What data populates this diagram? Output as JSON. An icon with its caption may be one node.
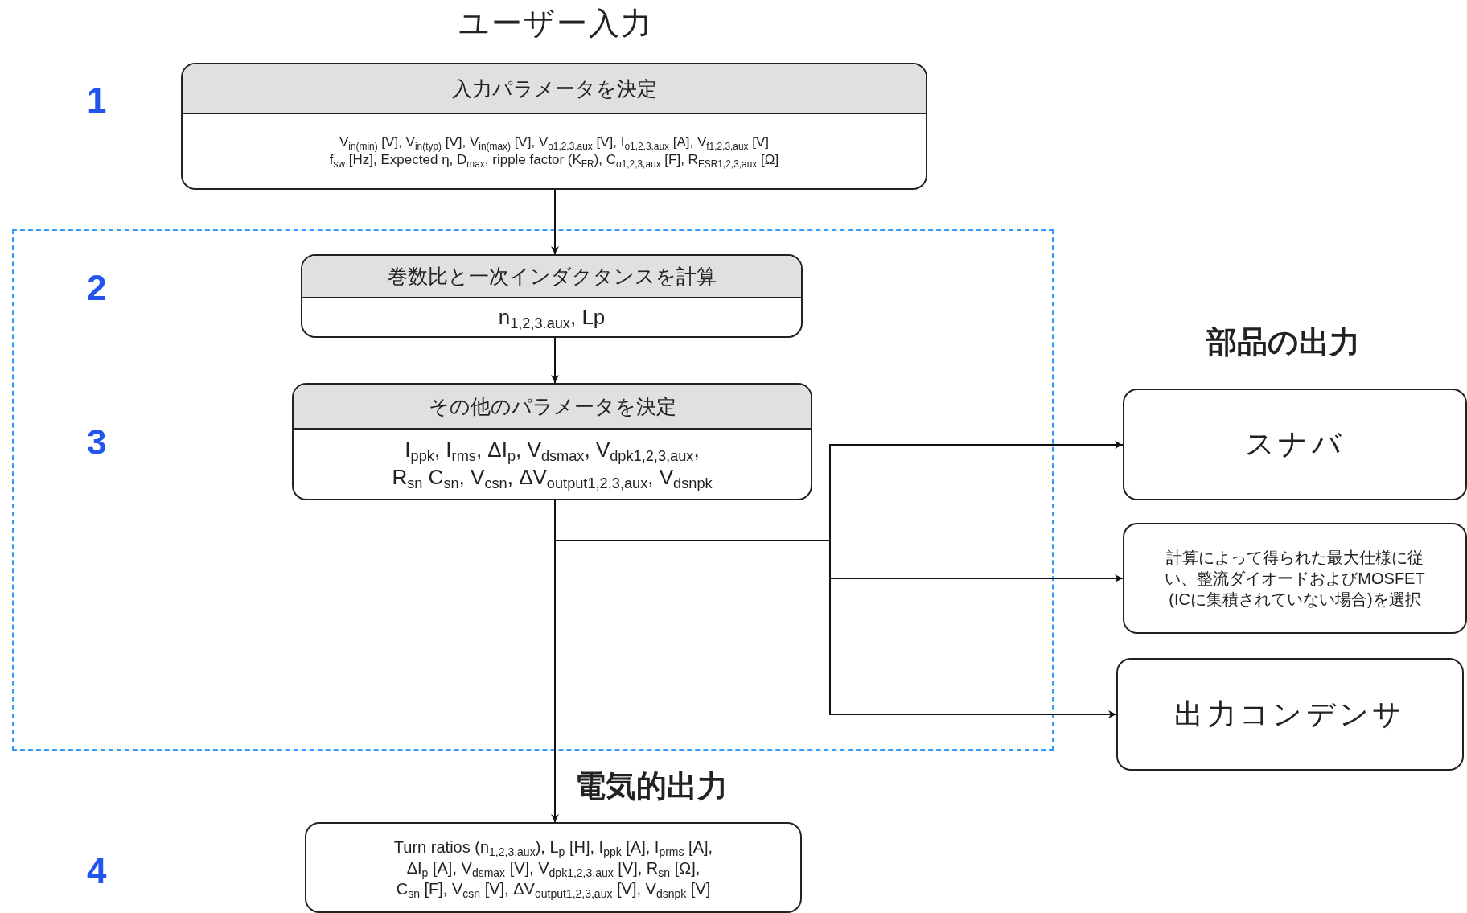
{
  "diagram": {
    "title": "ユーザー入力",
    "nodes": [
      {
        "text": [
          "入力パラメータを決定",
          "V$_{in(min)}$ [V], V$_{in(typ)}$ [V], V$_{in(max)}$ [V], V$_{o1,2,3,aux}$ [V], I$_{o1,2,3,aux}$ [A], V$_{f1,2,3,aux}$ [V] f$_{sw}$ [Hz], Expected η, D$_{max}$, ripple factor (K$_{FR}$), C$_{o1,2,3,aux}$ [F], R$_{ESR1,2,3,aux}$ [Ω]"
        ]
      },
      {
        "text": [],
        "shape": "box"
      },
      {
        "text": [
          "巻数比と一次インダクタンスを計算",
          "n$_{1,2,3.aux}$, Lp"
        ],
        "in": 1
      },
      {
        "text": [
          "その他のパラメータを決定",
          "I$_{ppk}$, I$_{rms}$, ΔI$_{p}$, V$_{dsmax}$, V$_{dpk1,2,3,aux}$, R$_{sn}$ C$_{sn}$, V$_{csn}$, ΔV$_{output1,2,3,aux}$, V$_{dsnpk}$"
        ],
        "in": 1
      },
      {
        "text": [
          "スナバ"
        ]
      },
      {
        "text": [
          "計算によって得られた最大仕様に従い、整流ダイオードおよびMOSFET (ICに集積されていない場合)を選択"
        ]
      },
      {
        "text": [
          "出力コンデンサ"
        ]
      },
      {
        "text": [
          "Turn ratios (n$_{1,2,3,aux}$), L$_{p}$ [H], I$_{ppk}$ [A], I$_{prms}$ [A], ΔI$_{p}$ [A], V$_{dsmax}$ [V], V$_{dpk1,2,3,aux}$ [V], R$_{sn}$ [Ω], C$_{sn}$ [F], V$_{csn}$ [V], ΔV$_{output1,2,3,aux}$ [V], V$_{dsnpk}$ [V]"
        ]
      }
    ],
    "edges": [
      {
        "from": 0,
        "to": 2,
        "arrow": "to"
      },
      {
        "from": 2,
        "to": 3,
        "arrow": "to"
      },
      {
        "from": 3,
        "to": 7,
        "arrow": "to"
      },
      {
        "from": 3,
        "to": 4,
        "arrow": "to"
      },
      {
        "from": 3,
        "to": 5,
        "arrow": "to"
      },
      {
        "from": 3,
        "to": 6,
        "arrow": "to"
      }
    ],
    "labels": [
      "1",
      "2",
      "3",
      "部品の出力",
      "電気的出力",
      "4"
    ]
  }
}
